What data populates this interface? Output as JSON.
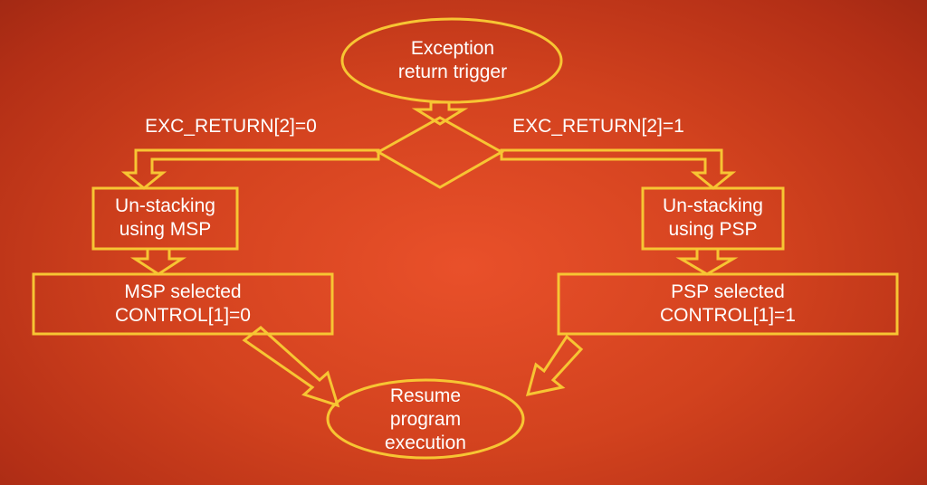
{
  "colors": {
    "background": "#d2421e",
    "outline": "#f7c533",
    "text": "#ffffff"
  },
  "nodes": {
    "start": {
      "line1": "Exception",
      "line2": "return trigger"
    },
    "unstack_msp": {
      "line1": "Un-stacking",
      "line2": "using MSP"
    },
    "unstack_psp": {
      "line1": "Un-stacking",
      "line2": "using PSP"
    },
    "msp_selected": {
      "line1": "MSP selected",
      "line2": "CONTROL[1]=0"
    },
    "psp_selected": {
      "line1": "PSP selected",
      "line2": "CONTROL[1]=1"
    },
    "resume": {
      "line1": "Resume",
      "line2": "program",
      "line3": "execution"
    }
  },
  "edges": {
    "left_branch": "EXC_RETURN[2]=0",
    "right_branch": "EXC_RETURN[2]=1"
  }
}
